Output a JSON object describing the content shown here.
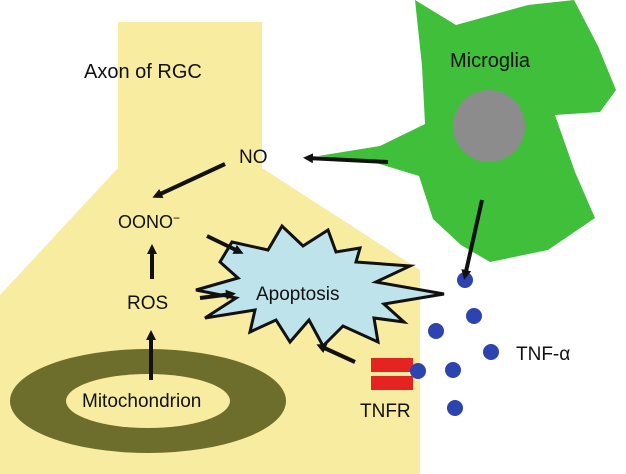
{
  "labels": {
    "axon": "Axon of RGC",
    "microglia": "Microglia",
    "no": "NO",
    "oono": "OONO",
    "oono_sup": "−",
    "ros": "ROS",
    "apoptosis": "Apoptosis",
    "mitochondrion": "Mitochondrion",
    "tnf": "TNF-α",
    "tnfr": "TNFR"
  },
  "colors": {
    "axon_fill": "#f7ec9f",
    "microglia_fill": "#3fbf3a",
    "nucleus": "#8c8c8c",
    "apoptosis_fill": "#bfe3ea",
    "mito_outer": "#6d6d2c",
    "mito_inner": "#f7ec9f",
    "tnfr": "#e52421",
    "tnf_dot": "#2d44b0",
    "arrow": "#111111"
  }
}
